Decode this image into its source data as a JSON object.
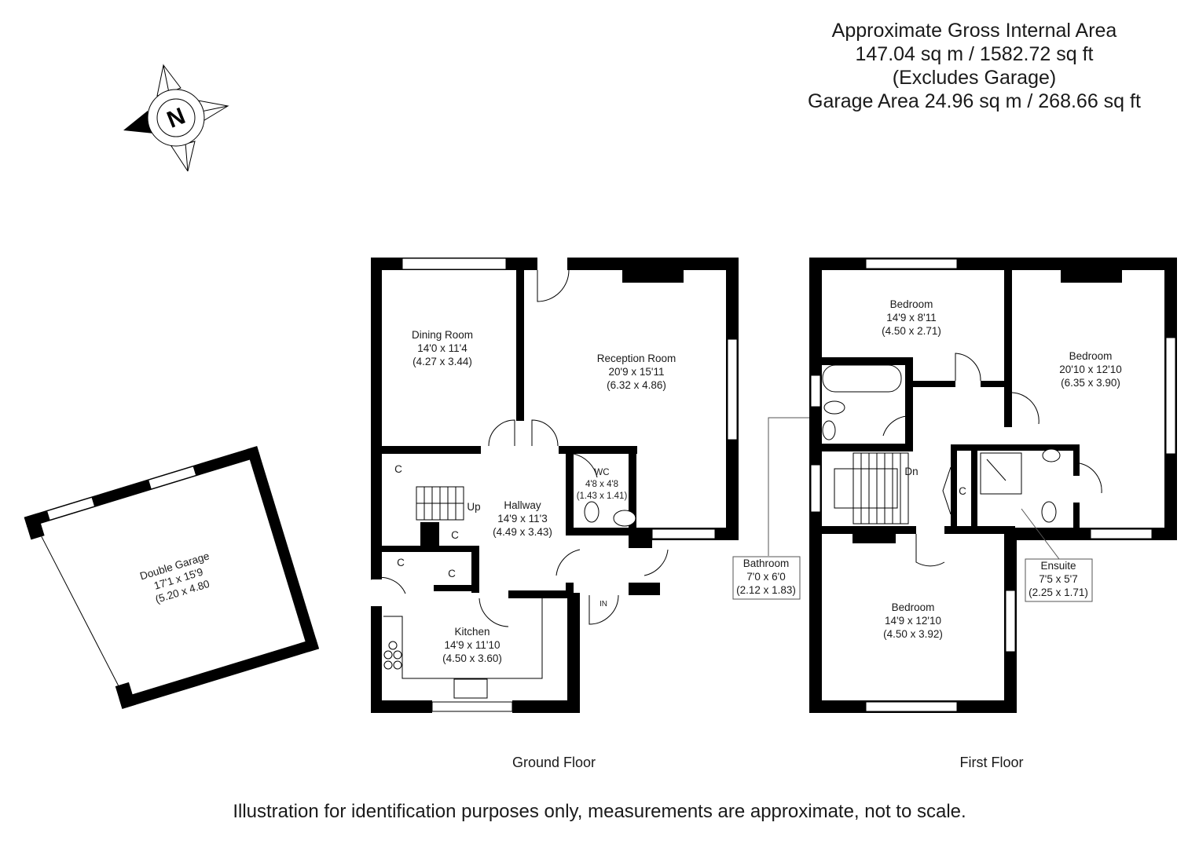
{
  "area_summary": {
    "line1": "Approximate Gross Internal Area",
    "line2": "147.04 sq m / 1582.72 sq ft",
    "line3": "(Excludes Garage)",
    "line4": "Garage Area 24.96 sq m / 268.66 sq ft"
  },
  "compass": {
    "letter": "N",
    "icon": "compass-rose-icon"
  },
  "ground_floor": {
    "caption": "Ground Floor",
    "rooms": {
      "dining": {
        "name": "Dining Room",
        "imperial": "14'0 x 11'4",
        "metric": "(4.27 x 3.44)"
      },
      "reception": {
        "name": "Reception Room",
        "imperial": "20'9 x 15'11",
        "metric": "(6.32 x 4.86)"
      },
      "hallway": {
        "name": "Hallway",
        "imperial": "14'9 x 11'3",
        "metric": "(4.49 x 3.43)"
      },
      "wc": {
        "name": "WC",
        "imperial": "4'8 x 4'8",
        "metric": "(1.43 x 1.41)"
      },
      "kitchen": {
        "name": "Kitchen",
        "imperial": "14'9 x 11'10",
        "metric": "(4.50 x 3.60)"
      }
    },
    "cupboard_label": "C",
    "stairs_label": "Up",
    "entrance_label": "IN"
  },
  "garage": {
    "name": "Double Garage",
    "imperial": "17'1 x 15'9",
    "metric": "(5.20 x 4.80"
  },
  "first_floor": {
    "caption": "First Floor",
    "rooms": {
      "bedroom_small": {
        "name": "Bedroom",
        "imperial": "14'9 x 8'11",
        "metric": "(4.50 x 2.71)"
      },
      "bedroom_master": {
        "name": "Bedroom",
        "imperial": "20'10 x 12'10",
        "metric": "(6.35 x 3.90)"
      },
      "bedroom_front": {
        "name": "Bedroom",
        "imperial": "14'9 x 12'10",
        "metric": "(4.50 x 3.92)"
      },
      "bathroom": {
        "name": "Bathroom",
        "imperial": "7'0 x 6'0",
        "metric": "(2.12 x 1.83)"
      },
      "ensuite": {
        "name": "Ensuite",
        "imperial": "7'5 x 5'7",
        "metric": "(2.25 x 1.71)"
      }
    },
    "cupboard_label": "C",
    "stairs_label": "Dn"
  },
  "disclaimer": "Illustration for identification purposes only, measurements are approximate, not to scale."
}
